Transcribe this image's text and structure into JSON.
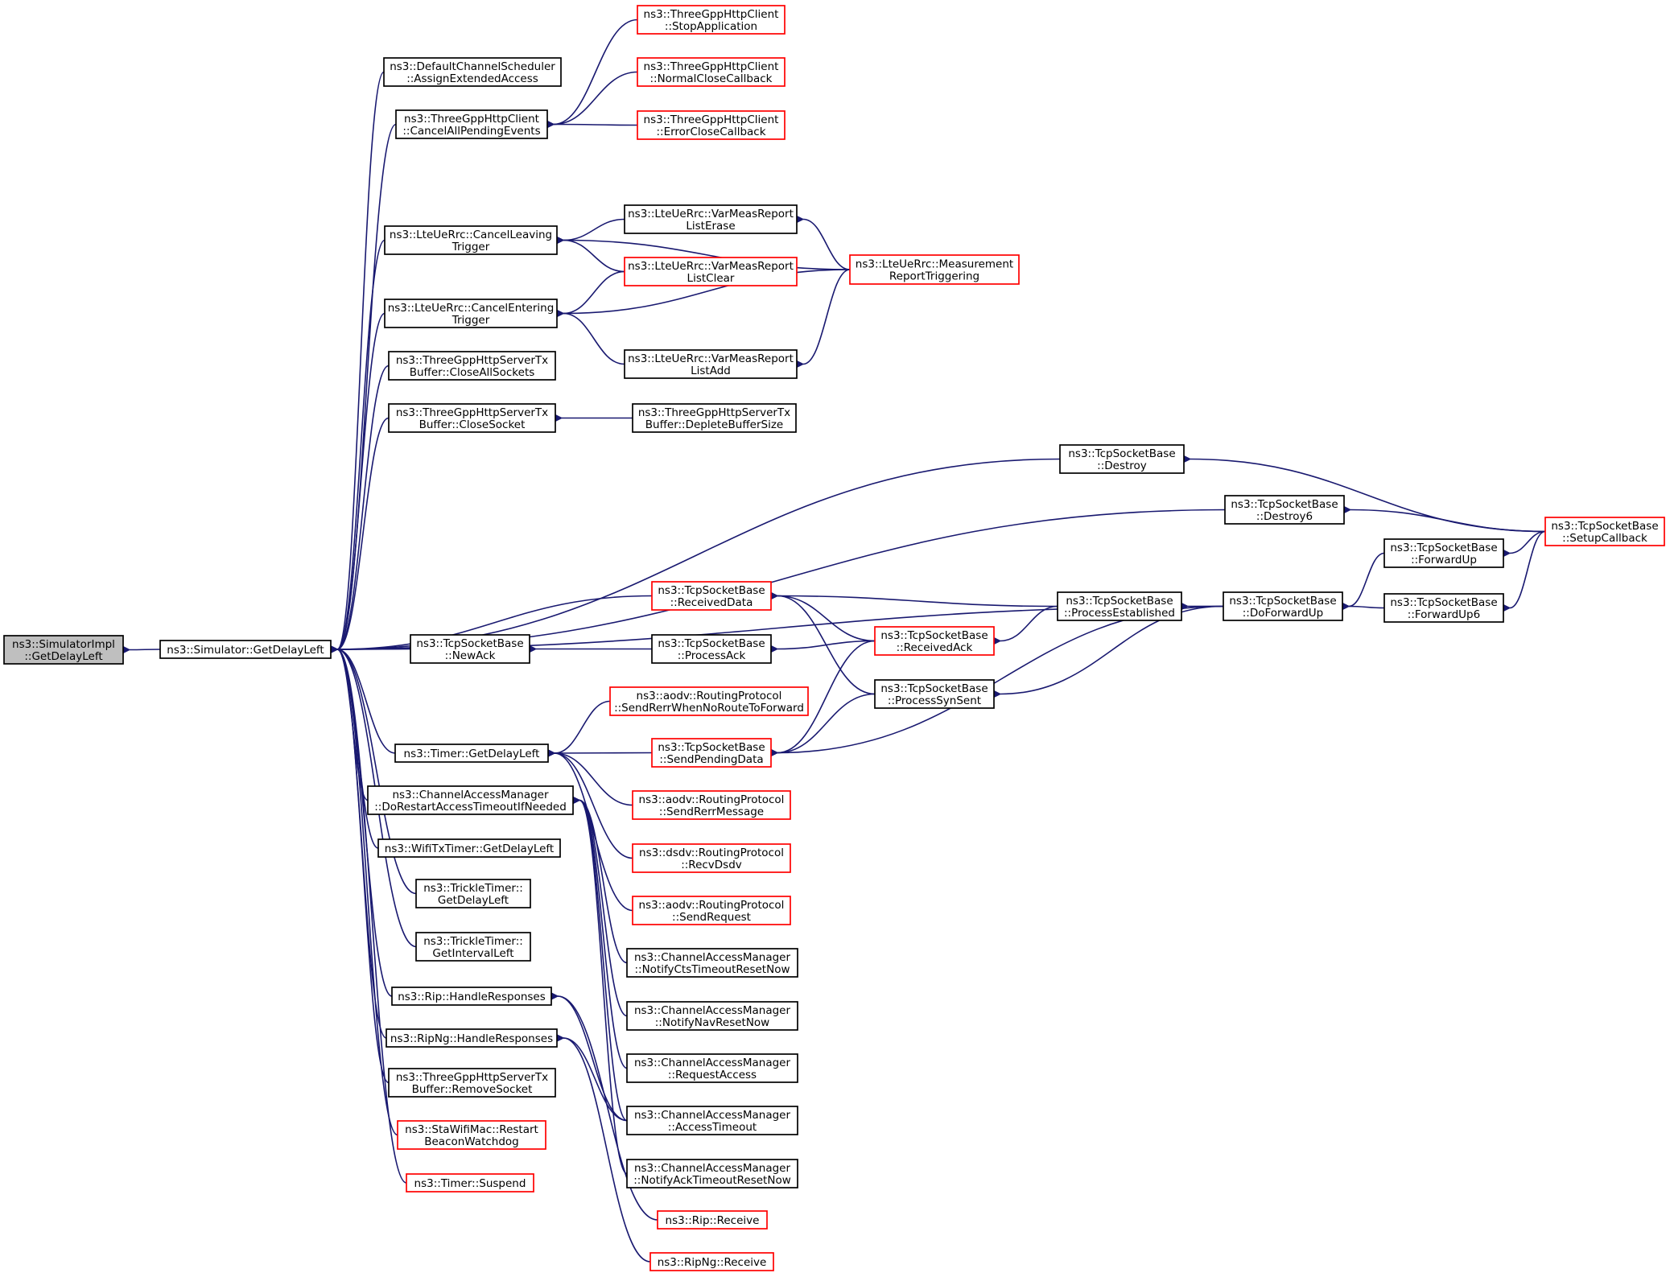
{
  "colors": {
    "edge": "#191970",
    "normal_border": "#000000",
    "truncated_border": "#ff0000",
    "root_fill": "#bfbfbf",
    "node_fill": "#ffffff"
  },
  "nodes": [
    {
      "id": "n0",
      "lines": [
        "ns3::SimulatorImpl",
        "::GetDelayLeft"
      ],
      "style": "root"
    },
    {
      "id": "n1",
      "lines": [
        "ns3::Simulator::GetDelayLeft"
      ],
      "style": "normal"
    },
    {
      "id": "n2",
      "lines": [
        "ns3::DefaultChannelScheduler",
        "::AssignExtendedAccess"
      ],
      "style": "normal"
    },
    {
      "id": "n3",
      "lines": [
        "ns3::ThreeGppHttpClient",
        "::CancelAllPendingEvents"
      ],
      "style": "normal"
    },
    {
      "id": "n4",
      "lines": [
        "ns3::ThreeGppHttpClient",
        "::StopApplication"
      ],
      "style": "truncated"
    },
    {
      "id": "n5",
      "lines": [
        "ns3::ThreeGppHttpClient",
        "::NormalCloseCallback"
      ],
      "style": "truncated"
    },
    {
      "id": "n6",
      "lines": [
        "ns3::ThreeGppHttpClient",
        "::ErrorCloseCallback"
      ],
      "style": "truncated"
    },
    {
      "id": "n7",
      "lines": [
        "ns3::LteUeRrc::CancelLeaving",
        "Trigger"
      ],
      "style": "normal"
    },
    {
      "id": "n8",
      "lines": [
        "ns3::LteUeRrc::VarMeasReport",
        "ListErase"
      ],
      "style": "normal"
    },
    {
      "id": "n9",
      "lines": [
        "ns3::LteUeRrc::VarMeasReport",
        "ListClear"
      ],
      "style": "truncated"
    },
    {
      "id": "n10",
      "lines": [
        "ns3::LteUeRrc::Measurement",
        "ReportTriggering"
      ],
      "style": "truncated"
    },
    {
      "id": "n11",
      "lines": [
        "ns3::LteUeRrc::CancelEntering",
        "Trigger"
      ],
      "style": "normal"
    },
    {
      "id": "n12",
      "lines": [
        "ns3::LteUeRrc::VarMeasReport",
        "ListAdd"
      ],
      "style": "normal"
    },
    {
      "id": "n13",
      "lines": [
        "ns3::ThreeGppHttpServerTx",
        "Buffer::CloseAllSockets"
      ],
      "style": "normal"
    },
    {
      "id": "n14",
      "lines": [
        "ns3::ThreeGppHttpServerTx",
        "Buffer::CloseSocket"
      ],
      "style": "normal"
    },
    {
      "id": "n15",
      "lines": [
        "ns3::ThreeGppHttpServerTx",
        "Buffer::DepleteBufferSize"
      ],
      "style": "normal"
    },
    {
      "id": "n16",
      "lines": [
        "ns3::TcpSocketBase",
        "::Destroy"
      ],
      "style": "normal"
    },
    {
      "id": "n17",
      "lines": [
        "ns3::TcpSocketBase",
        "::Destroy6"
      ],
      "style": "normal"
    },
    {
      "id": "n18",
      "lines": [
        "ns3::TcpSocketBase",
        "::SetupCallback"
      ],
      "style": "truncated"
    },
    {
      "id": "n19",
      "lines": [
        "ns3::TcpSocketBase",
        "::ForwardUp"
      ],
      "style": "normal"
    },
    {
      "id": "n20",
      "lines": [
        "ns3::TcpSocketBase",
        "::ForwardUp6"
      ],
      "style": "normal"
    },
    {
      "id": "n21",
      "lines": [
        "ns3::TcpSocketBase",
        "::DoForwardUp"
      ],
      "style": "normal"
    },
    {
      "id": "n22",
      "lines": [
        "ns3::TcpSocketBase",
        "::ReceivedData"
      ],
      "style": "truncated"
    },
    {
      "id": "n23",
      "lines": [
        "ns3::TcpSocketBase",
        "::ProcessEstablished"
      ],
      "style": "normal"
    },
    {
      "id": "n24",
      "lines": [
        "ns3::TcpSocketBase",
        "::ReceivedAck"
      ],
      "style": "truncated"
    },
    {
      "id": "n25",
      "lines": [
        "ns3::TcpSocketBase",
        "::NewAck"
      ],
      "style": "normal"
    },
    {
      "id": "n26",
      "lines": [
        "ns3::TcpSocketBase",
        "::ProcessAck"
      ],
      "style": "normal"
    },
    {
      "id": "n27",
      "lines": [
        "ns3::TcpSocketBase",
        "::ProcessSynSent"
      ],
      "style": "normal"
    },
    {
      "id": "n28",
      "lines": [
        "ns3::aodv::RoutingProtocol",
        "::SendRerrWhenNoRouteToForward"
      ],
      "style": "truncated"
    },
    {
      "id": "n29",
      "lines": [
        "ns3::Timer::GetDelayLeft"
      ],
      "style": "normal"
    },
    {
      "id": "n30",
      "lines": [
        "ns3::TcpSocketBase",
        "::SendPendingData"
      ],
      "style": "truncated"
    },
    {
      "id": "n31",
      "lines": [
        "ns3::ChannelAccessManager",
        "::DoRestartAccessTimeoutIfNeeded"
      ],
      "style": "normal"
    },
    {
      "id": "n32",
      "lines": [
        "ns3::aodv::RoutingProtocol",
        "::SendRerrMessage"
      ],
      "style": "truncated"
    },
    {
      "id": "n33",
      "lines": [
        "ns3::WifiTxTimer::GetDelayLeft"
      ],
      "style": "normal"
    },
    {
      "id": "n34",
      "lines": [
        "ns3::dsdv::RoutingProtocol",
        "::RecvDsdv"
      ],
      "style": "truncated"
    },
    {
      "id": "n35",
      "lines": [
        "ns3::TrickleTimer::",
        "GetDelayLeft"
      ],
      "style": "normal"
    },
    {
      "id": "n36",
      "lines": [
        "ns3::aodv::RoutingProtocol",
        "::SendRequest"
      ],
      "style": "truncated"
    },
    {
      "id": "n37",
      "lines": [
        "ns3::TrickleTimer::",
        "GetIntervalLeft"
      ],
      "style": "normal"
    },
    {
      "id": "n38",
      "lines": [
        "ns3::ChannelAccessManager",
        "::NotifyCtsTimeoutResetNow"
      ],
      "style": "normal"
    },
    {
      "id": "n39",
      "lines": [
        "ns3::Rip::HandleResponses"
      ],
      "style": "normal"
    },
    {
      "id": "n40",
      "lines": [
        "ns3::ChannelAccessManager",
        "::NotifyNavResetNow"
      ],
      "style": "normal"
    },
    {
      "id": "n41",
      "lines": [
        "ns3::RipNg::HandleResponses"
      ],
      "style": "normal"
    },
    {
      "id": "n42",
      "lines": [
        "ns3::ChannelAccessManager",
        "::RequestAccess"
      ],
      "style": "normal"
    },
    {
      "id": "n43",
      "lines": [
        "ns3::ThreeGppHttpServerTx",
        "Buffer::RemoveSocket"
      ],
      "style": "normal"
    },
    {
      "id": "n44",
      "lines": [
        "ns3::ChannelAccessManager",
        "::AccessTimeout"
      ],
      "style": "normal"
    },
    {
      "id": "n45",
      "lines": [
        "ns3::StaWifiMac::Restart",
        "BeaconWatchdog"
      ],
      "style": "truncated"
    },
    {
      "id": "n46",
      "lines": [
        "ns3::ChannelAccessManager",
        "::NotifyAckTimeoutResetNow"
      ],
      "style": "normal"
    },
    {
      "id": "n47",
      "lines": [
        "ns3::Timer::Suspend"
      ],
      "style": "truncated"
    },
    {
      "id": "n48",
      "lines": [
        "ns3::Rip::Receive"
      ],
      "style": "truncated"
    },
    {
      "id": "n49",
      "lines": [
        "ns3::RipNg::Receive"
      ],
      "style": "truncated"
    }
  ],
  "edges": [
    {
      "from": "n1",
      "to": "n0"
    },
    {
      "from": "n2",
      "to": "n1"
    },
    {
      "from": "n3",
      "to": "n1"
    },
    {
      "from": "n7",
      "to": "n1"
    },
    {
      "from": "n11",
      "to": "n1"
    },
    {
      "from": "n13",
      "to": "n1"
    },
    {
      "from": "n14",
      "to": "n1"
    },
    {
      "from": "n16",
      "to": "n1"
    },
    {
      "from": "n17",
      "to": "n1"
    },
    {
      "from": "n21",
      "to": "n1"
    },
    {
      "from": "n22",
      "to": "n1"
    },
    {
      "from": "n25",
      "to": "n1"
    },
    {
      "from": "n29",
      "to": "n1"
    },
    {
      "from": "n31",
      "to": "n1"
    },
    {
      "from": "n33",
      "to": "n1"
    },
    {
      "from": "n35",
      "to": "n1"
    },
    {
      "from": "n37",
      "to": "n1"
    },
    {
      "from": "n39",
      "to": "n1"
    },
    {
      "from": "n41",
      "to": "n1"
    },
    {
      "from": "n43",
      "to": "n1"
    },
    {
      "from": "n45",
      "to": "n1"
    },
    {
      "from": "n47",
      "to": "n1"
    },
    {
      "from": "n4",
      "to": "n3"
    },
    {
      "from": "n5",
      "to": "n3"
    },
    {
      "from": "n6",
      "to": "n3"
    },
    {
      "from": "n8",
      "to": "n7"
    },
    {
      "from": "n9",
      "to": "n7"
    },
    {
      "from": "n10",
      "to": "n7"
    },
    {
      "from": "n9",
      "to": "n11"
    },
    {
      "from": "n10",
      "to": "n11"
    },
    {
      "from": "n12",
      "to": "n11"
    },
    {
      "from": "n10",
      "to": "n8"
    },
    {
      "from": "n10",
      "to": "n12"
    },
    {
      "from": "n15",
      "to": "n14"
    },
    {
      "from": "n18",
      "to": "n16"
    },
    {
      "from": "n18",
      "to": "n17"
    },
    {
      "from": "n18",
      "to": "n19"
    },
    {
      "from": "n19",
      "to": "n21"
    },
    {
      "from": "n20",
      "to": "n21"
    },
    {
      "from": "n18",
      "to": "n20"
    },
    {
      "from": "n23",
      "to": "n22"
    },
    {
      "from": "n24",
      "to": "n22"
    },
    {
      "from": "n27",
      "to": "n22"
    },
    {
      "from": "n21",
      "to": "n23"
    },
    {
      "from": "n23",
      "to": "n24"
    },
    {
      "from": "n26",
      "to": "n25"
    },
    {
      "from": "n24",
      "to": "n26"
    },
    {
      "from": "n21",
      "to": "n27"
    },
    {
      "from": "n28",
      "to": "n29"
    },
    {
      "from": "n30",
      "to": "n29"
    },
    {
      "from": "n32",
      "to": "n29"
    },
    {
      "from": "n34",
      "to": "n29"
    },
    {
      "from": "n36",
      "to": "n29"
    },
    {
      "from": "n24",
      "to": "n30"
    },
    {
      "from": "n27",
      "to": "n30"
    },
    {
      "from": "n21",
      "to": "n30"
    },
    {
      "from": "n38",
      "to": "n31"
    },
    {
      "from": "n40",
      "to": "n31"
    },
    {
      "from": "n42",
      "to": "n31"
    },
    {
      "from": "n44",
      "to": "n31"
    },
    {
      "from": "n46",
      "to": "n31"
    },
    {
      "from": "n44",
      "to": "n39"
    },
    {
      "from": "n48",
      "to": "n39"
    },
    {
      "from": "n44",
      "to": "n41"
    },
    {
      "from": "n49",
      "to": "n41"
    }
  ]
}
